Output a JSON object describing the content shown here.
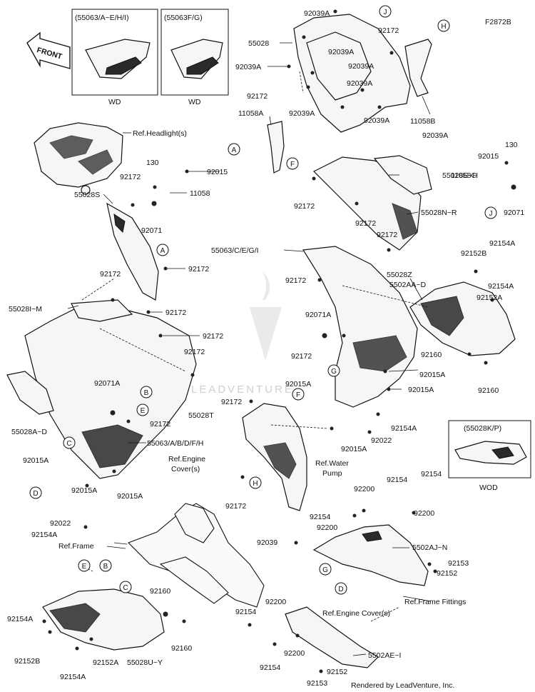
{
  "diagram_code": "F2872B",
  "front_label": "FRONT",
  "footer": "Rendered by LeadVenture, Inc.",
  "watermark": "LEADVENTURE",
  "insets": [
    {
      "header": "(55063/A~E/H/I)",
      "footer": "WD"
    },
    {
      "header": "(55063F/G)",
      "footer": "WD"
    },
    {
      "header": "(55028K/P)",
      "footer": "WOD"
    }
  ],
  "refs": {
    "headlight": "Ref.Headlight(s)",
    "engine_cover_l1": "Ref.Engine",
    "engine_cover_l2": "Cover(s)",
    "water_pump_l1": "Ref.Water",
    "water_pump_l2": "Pump",
    "frame": "Ref.Frame",
    "frame_fittings": "Ref.Frame Fittings",
    "engine_cover_2": "Ref.Engine Cover(s)"
  },
  "callouts": {
    "A": "A",
    "B": "B",
    "C": "C",
    "D": "D",
    "E": "E",
    "F": "F",
    "G": "G",
    "H": "H",
    "J": "J"
  },
  "labels": {
    "l92039a_top": "92039A",
    "l55028": "55028",
    "l92039a_1": "92039A",
    "l92039a_2": "92039A",
    "l92039a_3": "92039A",
    "l92039a_4": "92039A",
    "l92039a_5": "92039A",
    "l92039a_6": "92039A",
    "l92039a_7": "92039A",
    "l92172_top": "92172",
    "l92172_a": "92172",
    "l11058a": "11058A",
    "l11058b": "11058B",
    "l130_l": "130",
    "l92015_l": "92015",
    "l92172_b": "92172",
    "l11058": "11058",
    "l55028s": "55028S",
    "l92071": "92071",
    "l92172_c": "92172",
    "l92172_d": "92172",
    "l55028im": "55028I~M",
    "l92172_e": "92172",
    "l92172_f": "92172",
    "l92172_g": "92172",
    "l92071a_l": "92071A",
    "l55028ad": "55028A~D",
    "l92172_h": "92172",
    "l55063abdfh": "55063/A/B/D/F/H",
    "l92015a_1": "92015A",
    "l92015a_2": "92015A",
    "l92015a_3": "92015A",
    "l92022_l": "92022",
    "l92154a_l": "92154A",
    "l55028eh": "55028E~H",
    "l92172_i": "92172",
    "l55028nr": "55028N~R",
    "l92172_j": "92172",
    "l92172_k": "92172",
    "l55063cegi": "55063/C/E/G/I",
    "l92172_l": "92172",
    "l55028z": "55028Z",
    "l5502aad": "5502AA~D",
    "l92071a_m": "92071A",
    "l92172_m": "92172",
    "l92015a_4": "92015A",
    "l92015a_5": "92015A",
    "l92015a_6": "92015A",
    "l92015a_7": "92015A",
    "l92154a_m": "92154A",
    "l92022_m": "92022",
    "l92172_n": "92172",
    "l55028t": "55028T",
    "l92172_o": "92172",
    "l130_r": "130",
    "l92015_r": "92015",
    "l11058c": "11058C",
    "l92071_r": "92071",
    "l92154a_r1": "92154A",
    "l92152b_r": "92152B",
    "l92154a_r2": "92154A",
    "l92152a_r": "92152A",
    "l92160_r1": "92160",
    "l92160_r2": "92160",
    "l92154_1": "92154",
    "l92154_2": "92154",
    "l92200_1": "92200",
    "l92200_2": "92200",
    "l92200_3": "92200",
    "l92154_3": "92154",
    "l92039": "92039",
    "l5502ajn": "5502AJ~N",
    "l92153_1": "92153",
    "l92152_1": "92152",
    "l92154_4": "92154",
    "l92200_4": "92200",
    "l92200_5": "92200",
    "l92154_5": "92154",
    "l5502aei": "5502AE~I",
    "l92152_2": "92152",
    "l92153_2": "92153",
    "l92160_1": "92160",
    "l92160_2": "92160",
    "l92154a_b1": "92154A",
    "l92152b_b": "92152B",
    "l92152a_b": "92152A",
    "l92154a_b2": "92154A",
    "l55028uy": "55028U~Y"
  }
}
